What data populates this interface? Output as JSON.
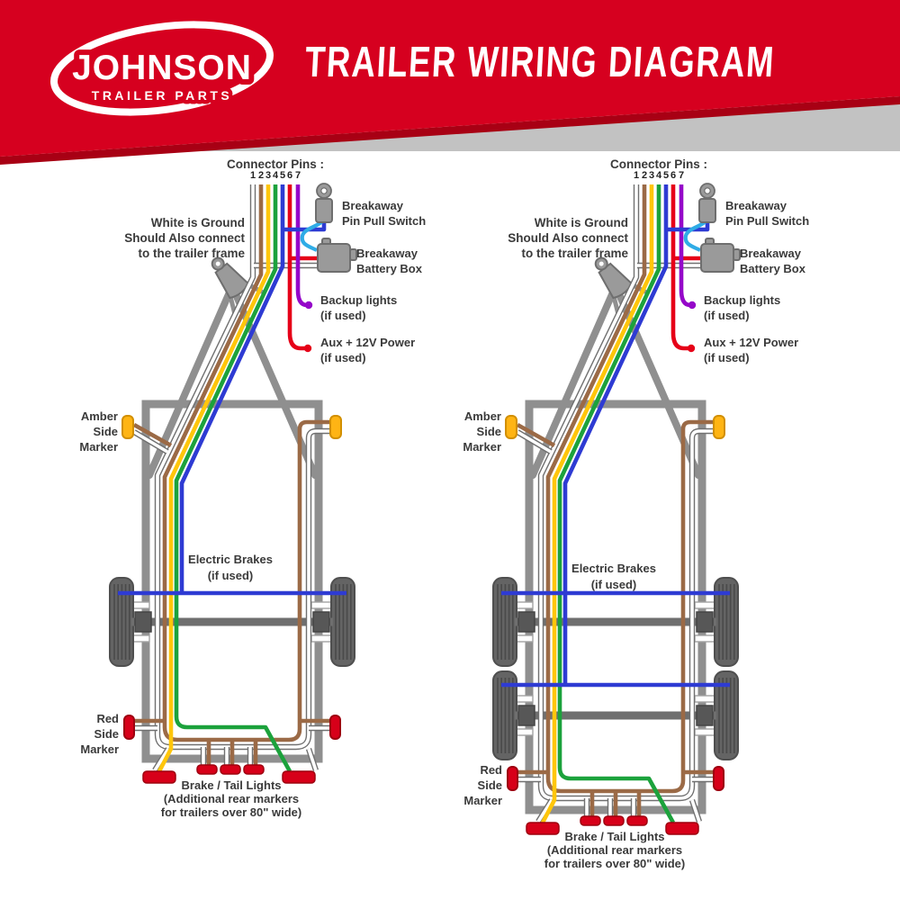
{
  "header": {
    "logo": {
      "brand": "JOHNSON",
      "tagline": "TRAILER PARTS"
    },
    "title": "TRAILER WIRING DIAGRAM"
  },
  "pins": {
    "title": "Connector Pins :",
    "numbers": [
      "1",
      "2",
      "3",
      "4",
      "5",
      "6",
      "7"
    ],
    "wire_order": [
      "white",
      "brown",
      "yellow",
      "green",
      "blue",
      "red",
      "purple"
    ]
  },
  "labels": {
    "ground_note": "White is Ground\nShould Also connect\nto the trailer frame",
    "breakaway_switch": "Breakaway\nPin Pull Switch",
    "battery_box": "Breakaway\nBattery Box",
    "backup_lights": "Backup lights\n(if used)",
    "aux_power": "Aux + 12V Power\n(if used)",
    "amber_marker": "Amber\nSide\nMarker",
    "electric_brakes": "Electric Brakes\n(if used)",
    "red_marker": "Red\nSide\nMarker",
    "tail_lights": "Brake / Tail Lights\n(Additional rear markers\nfor trailers over 80\" wide)"
  },
  "colors": {
    "header_red": "#d6001f",
    "header_dark_red": "#a80014",
    "header_gray": "#c2c2c2",
    "label_text": "#3a3a3a",
    "white_wire": "#ffffff",
    "wire_outline": "#707070",
    "brown": "#9b6a46",
    "yellow": "#ffc60b",
    "green": "#1ca23c",
    "blue": "#2e3bd3",
    "red": "#e60018",
    "purple": "#9507c9",
    "cyan": "#2face6",
    "frame": "#8f8f8f",
    "tire": "#646464",
    "tread": "#4a4a4a",
    "hub": "#575757",
    "axle": "#6f6f6f",
    "icon_gray": "#9a9a9a",
    "icon_stroke": "#6e6e6e",
    "amber": "#ffb414",
    "amber_stroke": "#d28f00",
    "light_red": "#d70019",
    "light_stroke": "#9e000f"
  },
  "diagrams": [
    {
      "axles": 1
    },
    {
      "axles": 2
    }
  ]
}
